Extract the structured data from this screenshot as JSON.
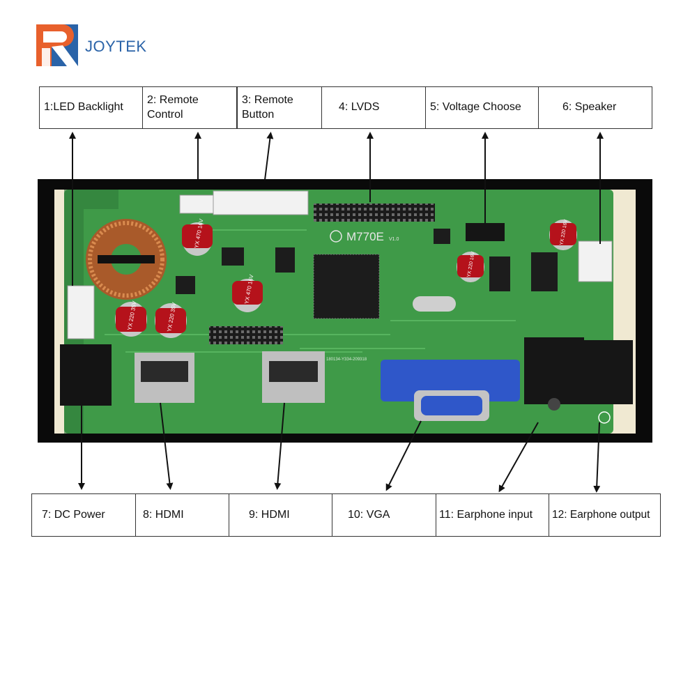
{
  "brand": {
    "logo_letter": "R",
    "name": "JOYTEK",
    "colors": {
      "logo_orange": "#e8602c",
      "logo_blue": "#2a63a8"
    }
  },
  "board": {
    "chip_label": "M770E",
    "chip_rev": "V1.0",
    "pcb_text": "180134-Y334-209318",
    "capacitor_text": [
      "YX 470 16V",
      "YX 470 16V",
      "YX 220 35V",
      "YX 220 35V",
      "YX 220 16V",
      "YX 220 16V"
    ],
    "colors": {
      "pcb_green": "#3f9a48",
      "vga_blue": "#2f57c9"
    }
  },
  "labels_top": [
    {
      "id": 1,
      "text": "1:LED Backlight"
    },
    {
      "id": 2,
      "text": "2: Remote\nControl"
    },
    {
      "id": 3,
      "text": "3: Remote\nButton"
    },
    {
      "id": 4,
      "text": "4: LVDS"
    },
    {
      "id": 5,
      "text": "5: Voltage Choose"
    },
    {
      "id": 6,
      "text": "6: Speaker"
    }
  ],
  "labels_bottom": [
    {
      "id": 7,
      "text": "7: DC Power"
    },
    {
      "id": 8,
      "text": "8: HDMI"
    },
    {
      "id": 9,
      "text": "9: HDMI"
    },
    {
      "id": 10,
      "text": "10: VGA"
    },
    {
      "id": 11,
      "text": "11: Earphone input"
    },
    {
      "id": 12,
      "text": "12: Earphone output"
    }
  ]
}
